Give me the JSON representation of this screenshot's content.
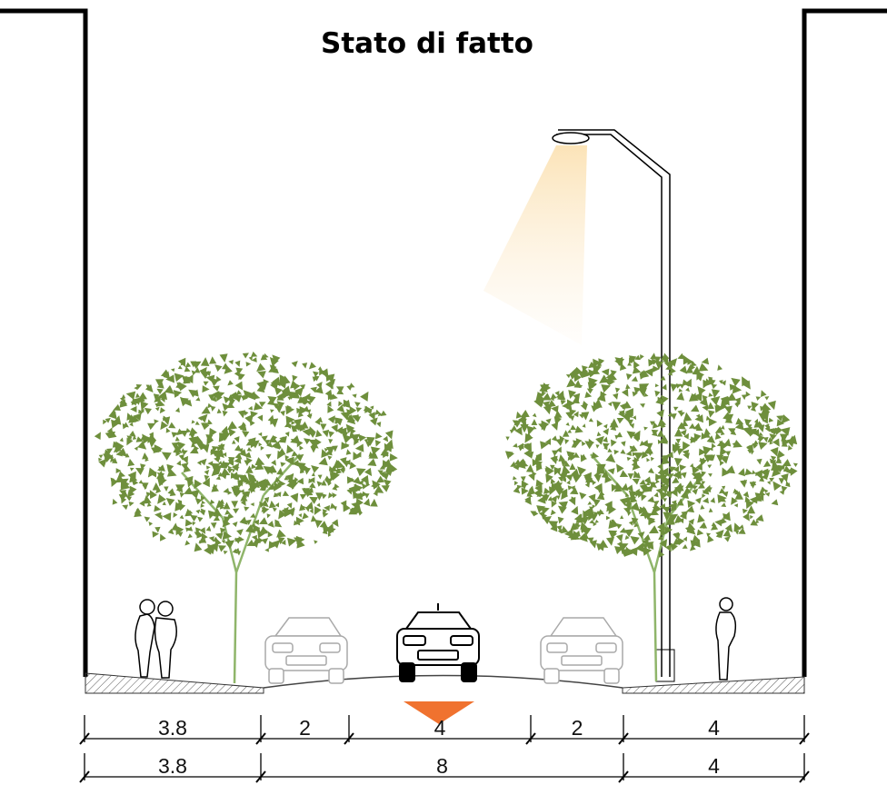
{
  "title": "Stato di fatto",
  "colors": {
    "foliage": "#6e8f3c",
    "trunk": "#8fb56a",
    "lamp_glow": "#fbe2b4",
    "crown_marker": "#f0722f",
    "line": "#000000"
  },
  "dimension_rows": [
    {
      "segments": [
        "3.8",
        "2",
        "4",
        "2",
        "4"
      ]
    },
    {
      "segments": [
        "3.8",
        "8",
        "4"
      ]
    }
  ]
}
